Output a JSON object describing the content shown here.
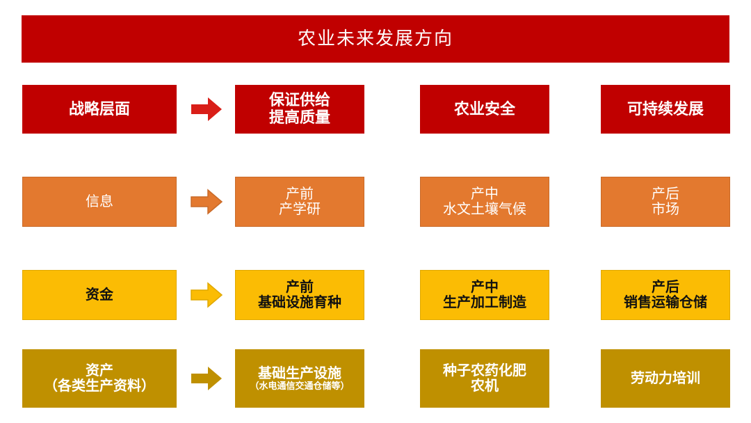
{
  "title": {
    "text": "农业未来发展方向",
    "background": "#C00000",
    "color": "#FFFFFF"
  },
  "rows": [
    {
      "key": "strategy",
      "name": "strategy-row",
      "background": "#C00000",
      "text_color": "#FFFFFF",
      "arrow_color": "#D91E18",
      "boxes": [
        {
          "name": "box-strategy-level",
          "lines": [
            "战略层面"
          ]
        },
        {
          "name": "box-ensure-supply",
          "lines": [
            "保证供给",
            "提高质量"
          ]
        },
        {
          "name": "box-agriculture-safety",
          "lines": [
            "农业安全"
          ]
        },
        {
          "name": "box-sustainable-development",
          "lines": [
            "可持续发展"
          ]
        }
      ]
    },
    {
      "key": "info",
      "name": "information-row",
      "background": "#E3792F",
      "text_color": "#FFFFFF",
      "arrow_color": "#E3792F",
      "boxes": [
        {
          "name": "box-information",
          "lines": [
            "信息"
          ]
        },
        {
          "name": "box-pre-production-research",
          "lines": [
            "产前",
            "产学研"
          ]
        },
        {
          "name": "box-in-production-environment",
          "lines": [
            "产中",
            "水文土壤气候"
          ]
        },
        {
          "name": "box-post-production-market",
          "lines": [
            "产后",
            "市场"
          ]
        }
      ]
    },
    {
      "key": "capital",
      "name": "capital-row",
      "background": "#FBBC04",
      "text_color": "#111111",
      "arrow_color": "#FBBC04",
      "boxes": [
        {
          "name": "box-capital",
          "lines": [
            "资金"
          ]
        },
        {
          "name": "box-pre-production-infrastructure",
          "lines": [
            "产前",
            "基础设施育种"
          ]
        },
        {
          "name": "box-in-production-manufacturing",
          "lines": [
            "产中",
            "生产加工制造"
          ]
        },
        {
          "name": "box-post-production-logistics",
          "lines": [
            "产后",
            "销售运输仓储"
          ]
        }
      ]
    },
    {
      "key": "asset",
      "name": "asset-row",
      "background": "#BF9000",
      "text_color": "#FFFFFF",
      "arrow_color": "#BF9000",
      "boxes": [
        {
          "name": "box-assets",
          "lines": [
            "资产",
            "（各类生产资料）"
          ]
        },
        {
          "name": "box-basic-production-facilities",
          "lines": [
            "基础生产设施"
          ],
          "sublines": [
            "（水电通信交通仓储等）"
          ]
        },
        {
          "name": "box-seeds-pesticides-machinery",
          "lines": [
            "种子农药化肥",
            "农机"
          ]
        },
        {
          "name": "box-labor-training",
          "lines": [
            "劳动力培训"
          ]
        }
      ]
    }
  ],
  "arrow_icon_name": "right-block-arrow-icon"
}
